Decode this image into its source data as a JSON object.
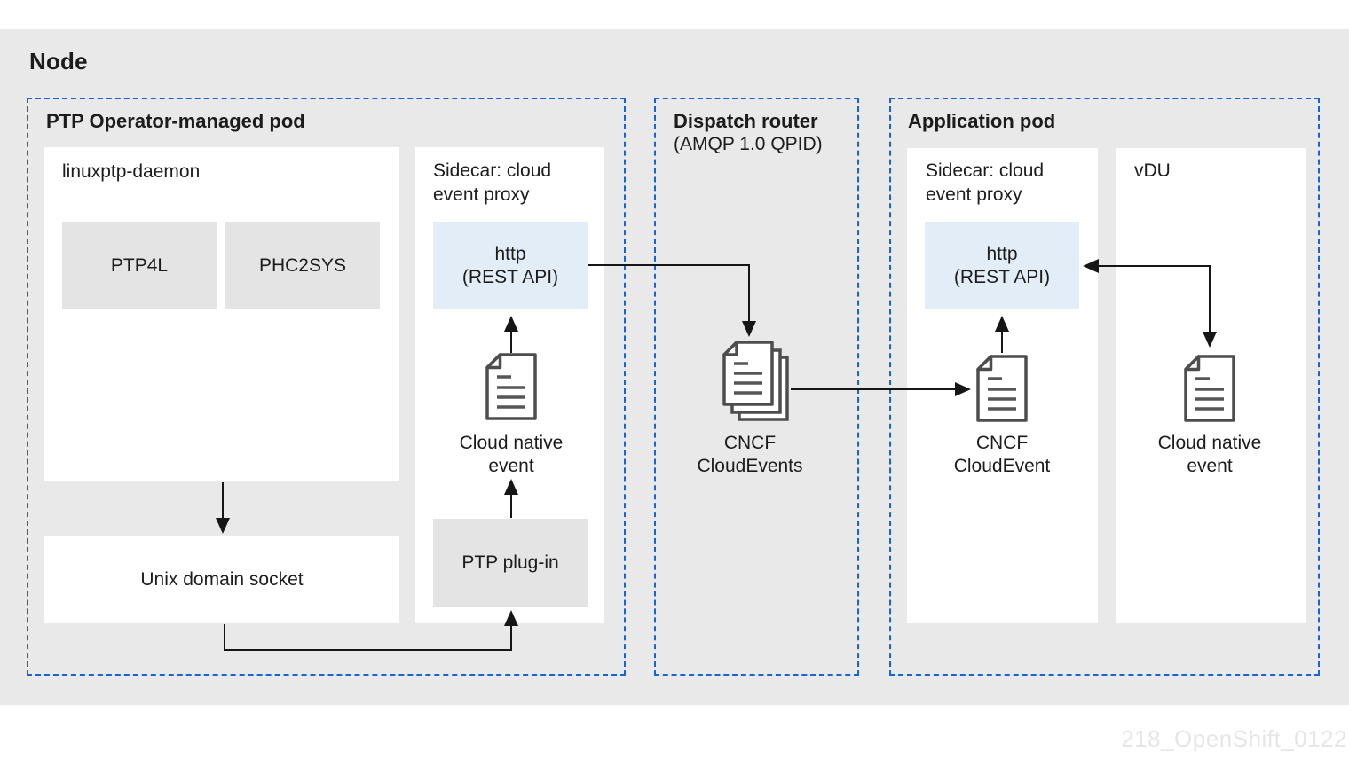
{
  "node_title": "Node",
  "watermark": "218_OpenShift_0122",
  "colors": {
    "band_gray": "#e9e9e9",
    "inner_box_gray": "#e4e4e4",
    "http_box_blue": "#e3edf8",
    "dashed_border_blue": "#1565d8",
    "arrow_black": "#161616",
    "doc_outline_gray": "#4d4d4d"
  },
  "ptp_pod": {
    "title": "PTP Operator-managed pod",
    "daemon": {
      "title": "linuxptp-daemon",
      "ptp4l": "PTP4L",
      "phc2sys": "PHC2SYS"
    },
    "unix_socket": "Unix domain socket",
    "sidecar": {
      "title_line1": "Sidecar: cloud",
      "title_line2": "event proxy",
      "http_line1": "http",
      "http_line2": "(REST API)",
      "event_line1": "Cloud native",
      "event_line2": "event",
      "plugin": "PTP plug-in"
    }
  },
  "dispatch": {
    "title": "Dispatch router",
    "subtitle": "(AMQP 1.0 QPID)",
    "docs_line1": "CNCF",
    "docs_line2": "CloudEvents"
  },
  "app_pod": {
    "title": "Application pod",
    "sidecar": {
      "title_line1": "Sidecar: cloud",
      "title_line2": "event proxy",
      "http_line1": "http",
      "http_line2": "(REST API)",
      "doc_line1": "CNCF",
      "doc_line2": "CloudEvent"
    },
    "vdu": {
      "title": "vDU",
      "event_line1": "Cloud native",
      "event_line2": "event"
    }
  }
}
